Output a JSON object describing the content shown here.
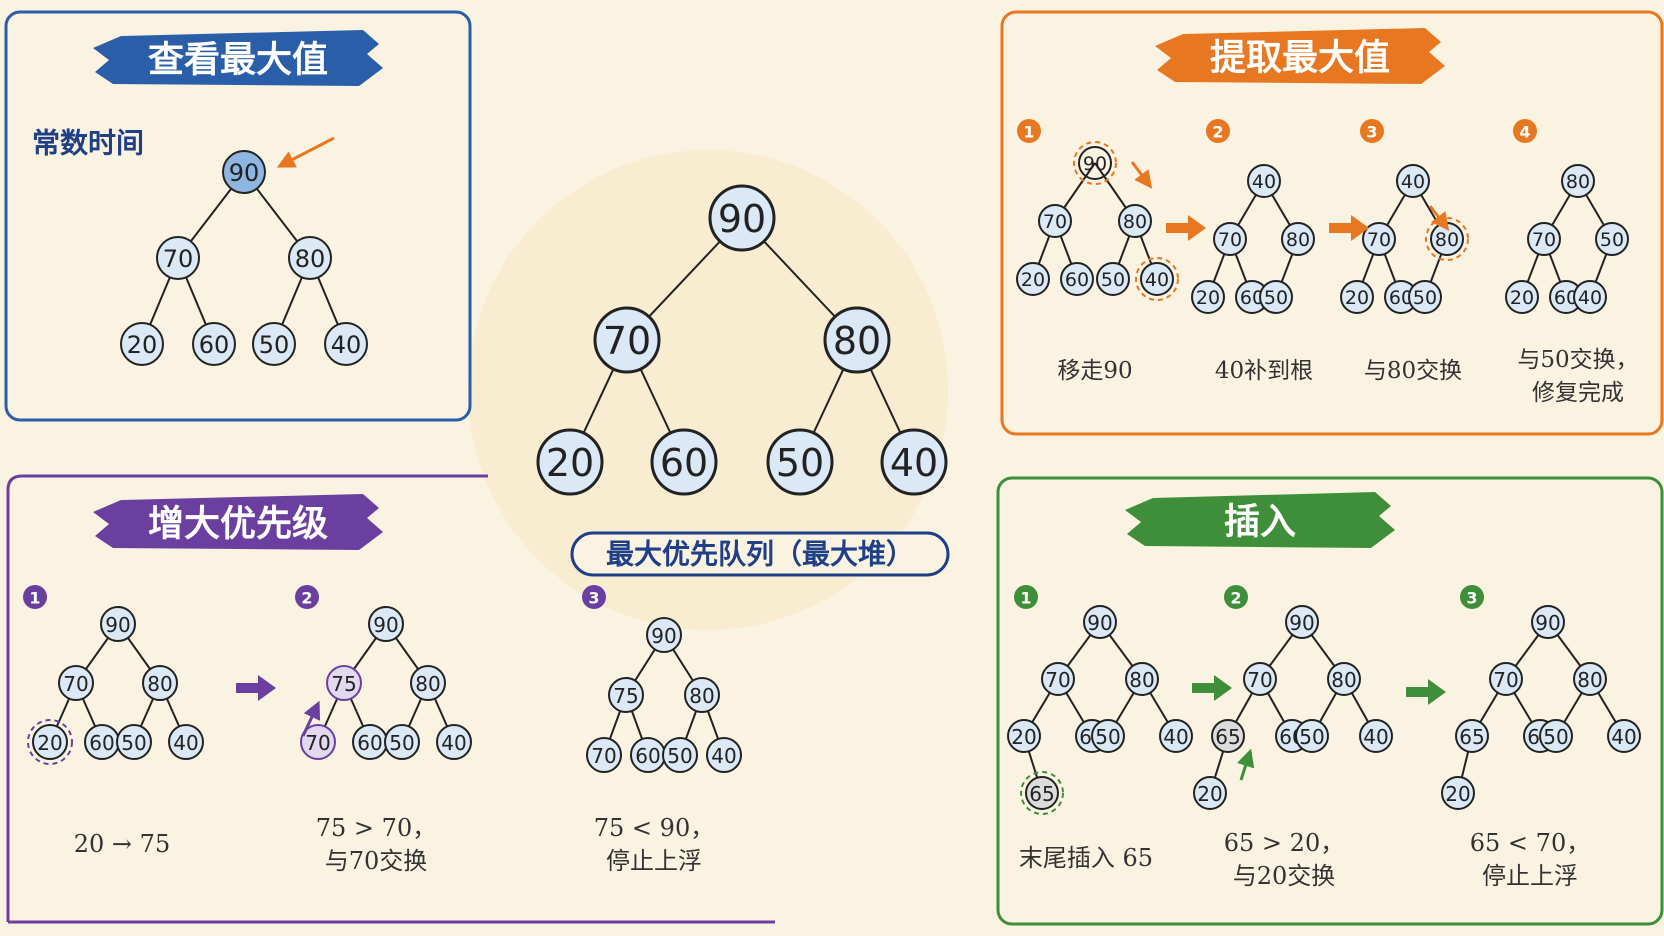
{
  "center": {
    "caption": "最大优先队列（最大堆）",
    "heap": [
      "90",
      "70",
      "80",
      "20",
      "60",
      "50",
      "40"
    ]
  },
  "panels": {
    "peek": {
      "title": "查看最大值",
      "note": "常数时间",
      "heap": [
        "90",
        "70",
        "80",
        "20",
        "60",
        "50",
        "40"
      ]
    },
    "extract": {
      "title": "提取最大值",
      "steps": [
        {
          "num": "1",
          "caption": [
            "移走90"
          ],
          "heap": [
            "90",
            "70",
            "80",
            "20",
            "60",
            "50",
            "40"
          ]
        },
        {
          "num": "2",
          "caption": [
            "40补到根"
          ],
          "heap": [
            "40",
            "70",
            "80",
            "20",
            "60",
            "50"
          ]
        },
        {
          "num": "3",
          "caption": [
            "与80交换"
          ],
          "heap": [
            "40",
            "70",
            "80",
            "20",
            "60",
            "50"
          ]
        },
        {
          "num": "4",
          "caption": [
            "与50交换，",
            "修复完成"
          ],
          "heap": [
            "80",
            "70",
            "50",
            "20",
            "60",
            "40"
          ]
        }
      ]
    },
    "increase": {
      "title": "增大优先级",
      "steps": [
        {
          "num": "1",
          "caption": [
            "20 → 75"
          ],
          "heap": [
            "90",
            "70",
            "80",
            "20",
            "60",
            "50",
            "40"
          ]
        },
        {
          "num": "2",
          "caption": [
            "75 > 70，",
            "与70交换"
          ],
          "heap": [
            "90",
            "75",
            "80",
            "70",
            "60",
            "50",
            "40"
          ]
        },
        {
          "num": "3",
          "caption": [
            "75 < 90，",
            "停止上浮"
          ],
          "heap": [
            "90",
            "75",
            "80",
            "70",
            "60",
            "50",
            "40"
          ]
        }
      ]
    },
    "insert": {
      "title": "插入",
      "steps": [
        {
          "num": "1",
          "caption": [
            "末尾插入 65"
          ],
          "heap": [
            "90",
            "70",
            "80",
            "20",
            "60",
            "50",
            "40",
            "65"
          ]
        },
        {
          "num": "2",
          "caption": [
            "65 > 20，",
            "与20交换"
          ],
          "heap": [
            "90",
            "70",
            "80",
            "65",
            "60",
            "50",
            "40",
            "20"
          ]
        },
        {
          "num": "3",
          "caption": [
            "65 < 70，",
            "停止上浮"
          ],
          "heap": [
            "90",
            "70",
            "80",
            "65",
            "60",
            "50",
            "40",
            "20"
          ]
        }
      ]
    }
  },
  "colors": {
    "blue": "#2a5ea8",
    "orange": "#e87722",
    "purple": "#6a3fa0",
    "green": "#3f8f3a",
    "node_fill": "#dbe8f5",
    "node_highlight": "#8fb6e0",
    "node_gray": "#dcdcdc",
    "node_lavender": "#e2d8ef"
  }
}
